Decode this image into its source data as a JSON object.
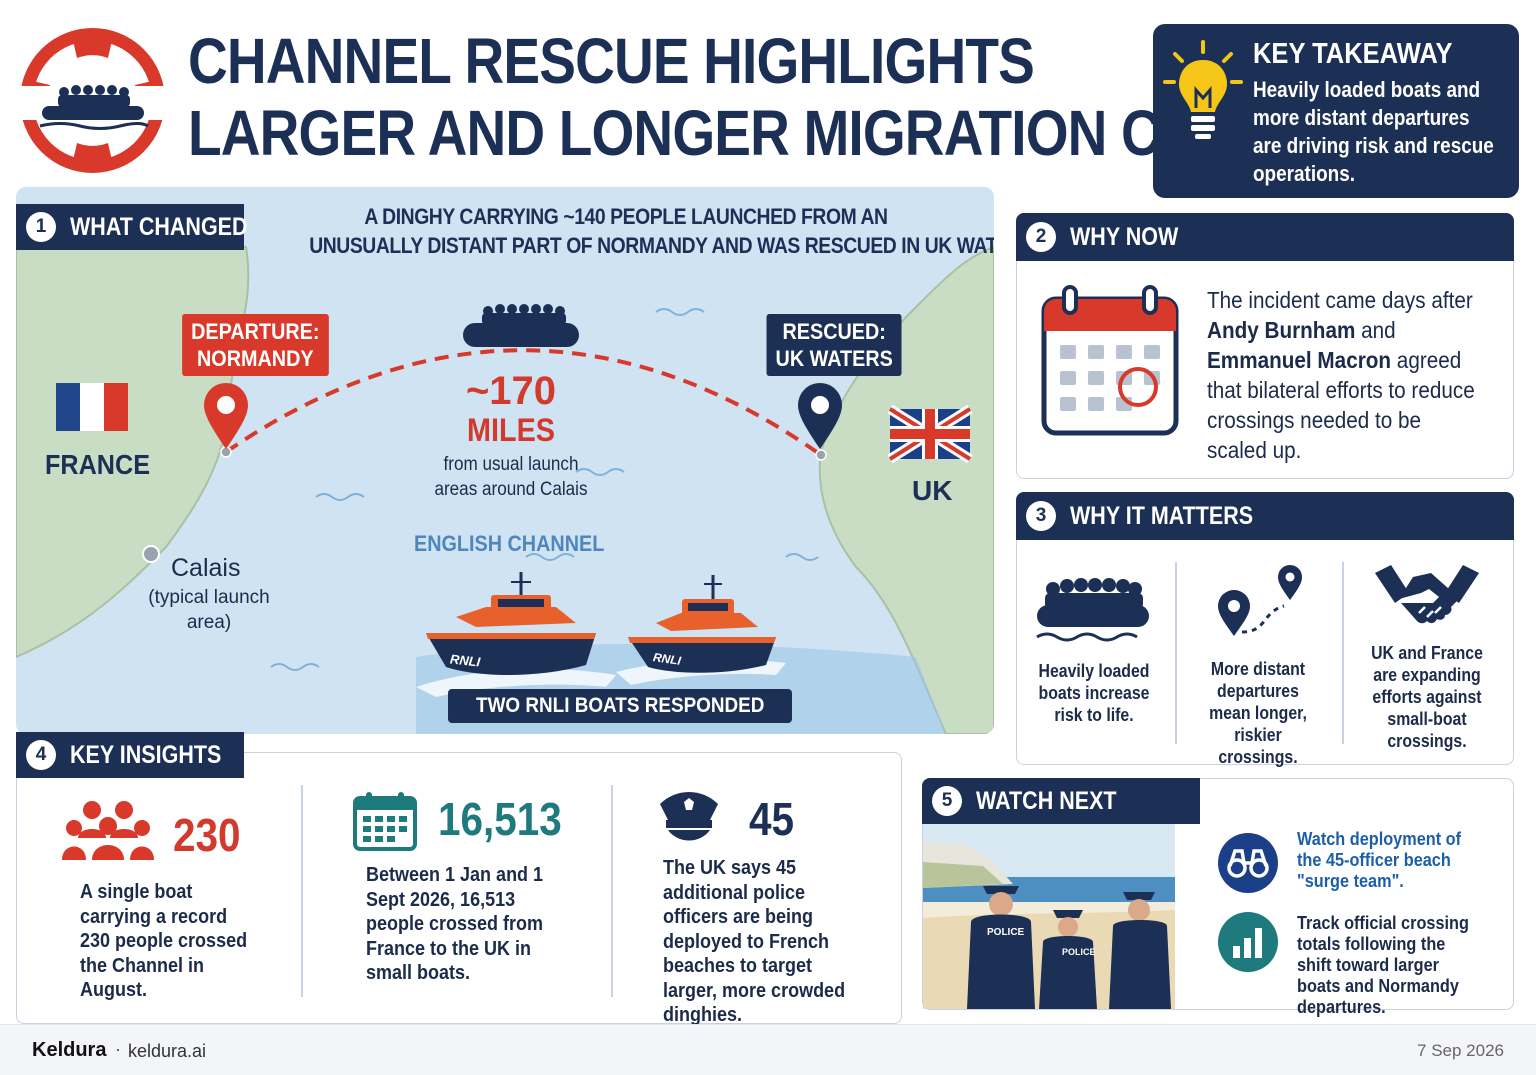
{
  "header": {
    "title_line1": "CHANNEL RESCUE HIGHLIGHTS",
    "title_line2": "LARGER AND LONGER MIGRATION CROSSINGS",
    "logo_icon": "lifebuoy-with-boat-icon"
  },
  "key_takeaway": {
    "heading": "KEY TAKEAWAY",
    "body": "Heavily loaded boats and more distant departures are driving risk and rescue operations.",
    "icon": "lightbulb-icon"
  },
  "what_changed": {
    "number": "1",
    "label": "WHAT CHANGED",
    "headline_line1": "A DINGHY CARRYING ~140 PEOPLE LAUNCHED FROM AN",
    "headline_line2": "UNUSUALLY DISTANT PART OF NORMANDY AND WAS RESCUED IN UK WATERS.",
    "departure_line1": "DEPARTURE:",
    "departure_line2": "NORMANDY",
    "rescued_line1": "RESCUED:",
    "rescued_line2": "UK WATERS",
    "distance_value": "~170",
    "distance_unit": "MILES",
    "distance_note_line1": "from usual launch",
    "distance_note_line2": "areas around Calais",
    "france_label": "FRANCE",
    "uk_label": "UK",
    "calais_label": "Calais",
    "calais_note_line1": "(typical launch",
    "calais_note_line2": "area)",
    "channel_label": "ENGLISH CHANNEL",
    "lifeboat_text": "RNLI",
    "rnli_banner": "TWO RNLI BOATS RESPONDED"
  },
  "why_now": {
    "number": "2",
    "label": "WHY NOW",
    "text_before": "The incident came days after ",
    "name1": "Andy Burnham",
    "text_and": " and ",
    "name2": "Emmanuel Macron",
    "text_after": " agreed that bilateral efforts to reduce crossings needed to be scaled up.",
    "icon": "calendar-icon"
  },
  "why_it_matters": {
    "number": "3",
    "label": "WHY IT MATTERS",
    "items": [
      {
        "icon": "crowded-boat-icon",
        "text": "Heavily loaded boats increase risk to life."
      },
      {
        "icon": "route-pins-icon",
        "text": "More distant departures mean longer, riskier crossings."
      },
      {
        "icon": "handshake-icon",
        "text": "UK and France are expanding efforts against small-boat crossings."
      }
    ]
  },
  "key_insights": {
    "number": "4",
    "label": "KEY INSIGHTS",
    "items": [
      {
        "icon": "crowd-icon",
        "value": "230",
        "text": "A single boat carrying a record 230 people crossed the Channel in August."
      },
      {
        "icon": "calendar-icon",
        "value": "16,513",
        "text": "Between 1 Jan and 1 Sept 2026, 16,513 people crossed from France to the UK in small boats."
      },
      {
        "icon": "police-cap-icon",
        "value": "45",
        "text": "The UK says 45 additional police officers are being deployed to French beaches to target larger, more crowded dinghies."
      }
    ]
  },
  "watch_next": {
    "number": "5",
    "label": "WATCH NEXT",
    "police_label": "POLICE",
    "items": [
      {
        "icon": "binoculars-icon",
        "text": "Watch deployment of the 45-officer beach \"surge team\"."
      },
      {
        "icon": "bar-chart-icon",
        "text": "Track official crossing totals following the shift toward larger boats and Normandy departures."
      }
    ]
  },
  "footer": {
    "brand": "Keldura",
    "separator": "·",
    "site": "keldura.ai",
    "date": "7 Sep 2026"
  },
  "colors": {
    "navy": "#1c2f55",
    "red": "#d23a2e",
    "sea": "#cfe3f3",
    "land": "#c9dcc4",
    "teal": "#1f7a7e",
    "lifeboat_orange": "#e8612c"
  }
}
